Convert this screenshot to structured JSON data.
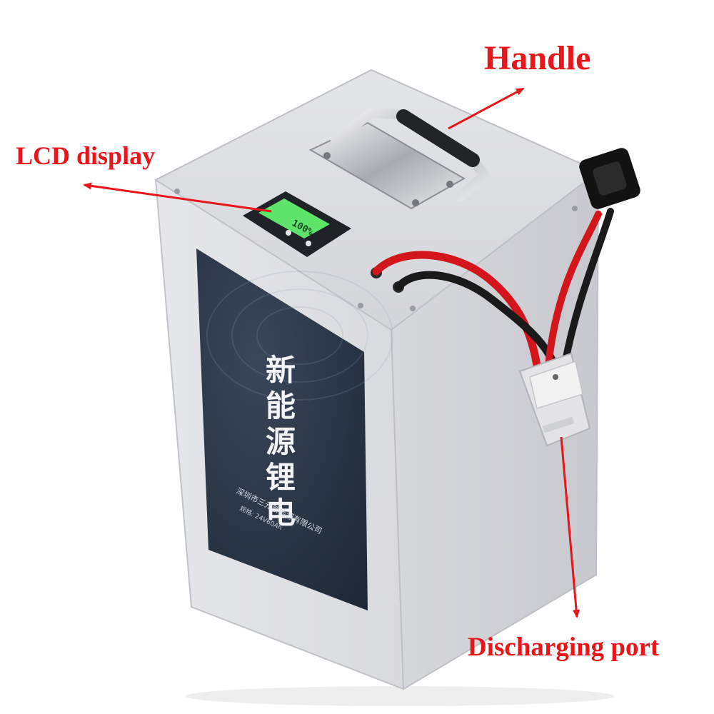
{
  "colors": {
    "callout": "#e8161b",
    "casing": "#dcdde1",
    "casing_shadow": "#c9cacf",
    "panel": "#263243",
    "lcd": "#5ee36b",
    "wire_red": "#d3161c",
    "wire_black": "#1a1a1a",
    "connector": "#e4e4e6"
  },
  "callouts": {
    "handle": "Handle",
    "lcd": "LCD display",
    "port": "Discharging port"
  },
  "panel": {
    "brand_chars": [
      "新",
      "能",
      "源",
      "锂",
      "电"
    ],
    "company_line": "深圳市三元新能源有限公司",
    "spec_line": "规格: 24V60Ah"
  },
  "lcd": {
    "reading": "100%"
  }
}
